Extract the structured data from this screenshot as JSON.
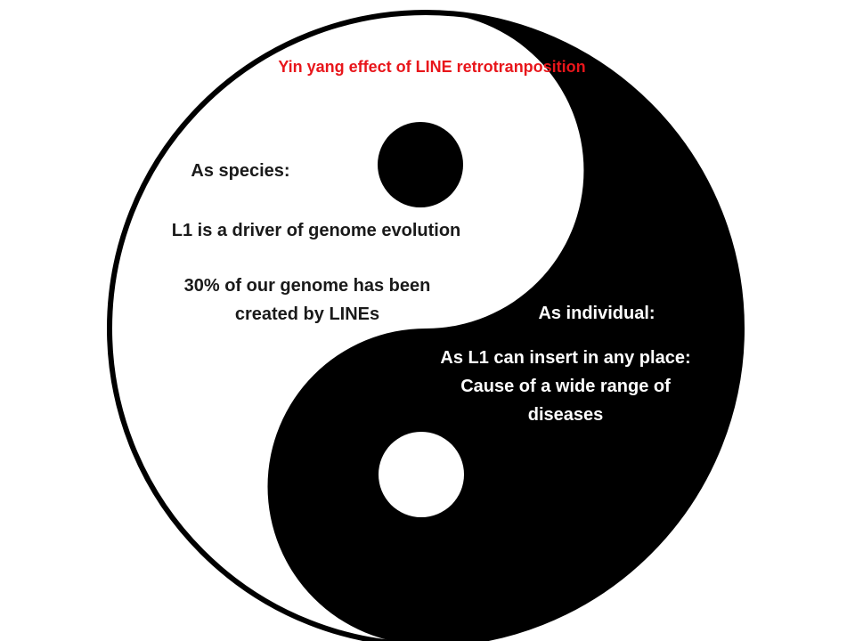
{
  "title": "Yin yang effect of LINE retrotranposition",
  "species": {
    "heading": "As species:",
    "driver": "L1 is a driver of genome evolution",
    "genome_line1": "30% of our genome has been",
    "genome_line2": "created by LINEs"
  },
  "individual": {
    "heading": "As individual:",
    "line1": "As L1 can insert in any place:",
    "line2": "Cause of a wide range of",
    "line3": "diseases"
  },
  "colors": {
    "yin": "#000000",
    "yang": "#ffffff",
    "title": "#e8161b"
  }
}
